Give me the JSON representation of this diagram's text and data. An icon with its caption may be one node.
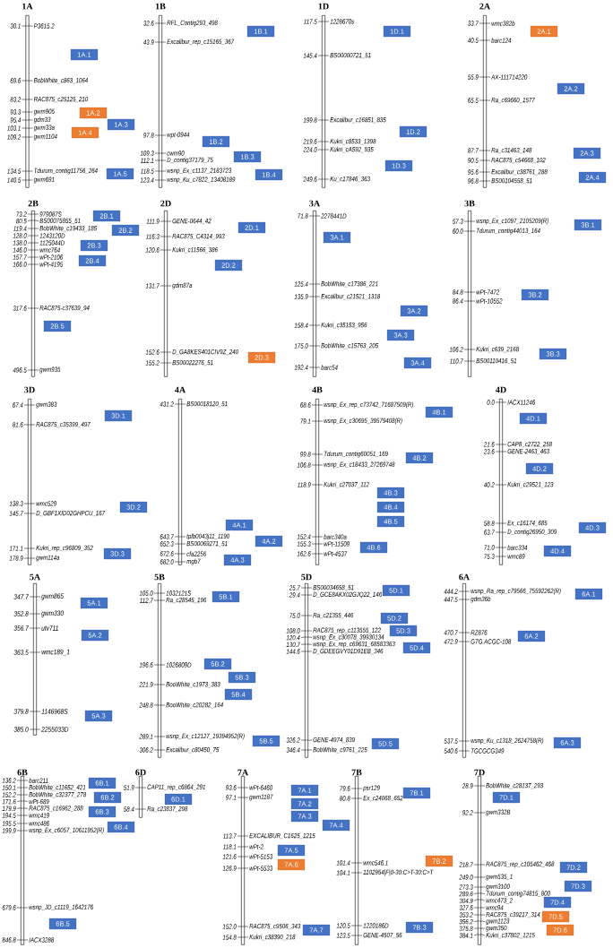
{
  "diagram": {
    "nodes": [
      {
        "text": [
          "1A"
        ],
        "beside": [
          "30.1",
          "P3615.2",
          "69.6",
          "BobWhite_c863_1064",
          "83.2",
          "RAC875_c25125_210",
          "93.3",
          "gwm905",
          "95.4",
          "gdm33",
          "103.1",
          "gwm33a",
          "109.2",
          "gwm1104",
          "134.5",
          "Tdurum_contig11756_264",
          "140.5",
          "gwm691"
        ]
      },
      {
        "text": [
          "1A.1"
        ]
      },
      {
        "text": [
          "1A.2"
        ]
      },
      {
        "text": [
          "1A.3"
        ]
      },
      {
        "text": [
          "1A.4"
        ]
      },
      {
        "text": [
          "1A.5"
        ]
      },
      {
        "text": [
          "1B"
        ],
        "beside": [
          "32.6",
          "RFL_Contig293_498",
          "43.9",
          "Excalibur_rep_c15165_367",
          "97.8",
          "wpt-0944",
          "109.3",
          "cwm90",
          "112.1",
          "D_contig37179_75",
          "118.5",
          "wsnp_Ex_c1137_2183723",
          "123.4",
          "wsnp_Ku_c7822_13408189"
        ]
      },
      {
        "text": [
          "1B.1"
        ]
      },
      {
        "text": [
          "1B.2"
        ]
      },
      {
        "text": [
          "1B.3"
        ]
      },
      {
        "text": [
          "1B.4"
        ]
      },
      {
        "text": [
          "1D"
        ],
        "beside": [
          "117.5",
          "1228670s",
          "145.4",
          "BS00000721_51",
          "199.8",
          "Excalibur_c16851_835",
          "219.6",
          "Kukri_c8533_1398",
          "224.0",
          "Kukri_cA592_935",
          "249.6",
          "Ku_c17846_363"
        ]
      },
      {
        "text": [
          "1D.1"
        ]
      },
      {
        "text": [
          "1D.2"
        ]
      },
      {
        "text": [
          "1D.3"
        ]
      },
      {
        "text": [
          "2A"
        ],
        "beside": [
          "33.7",
          "wmc382b",
          "40.5",
          "barc124",
          "55.9",
          "AX-111714220",
          "65.5",
          "Ra_c69660_1577",
          "87.7",
          "Ra_c31463_148",
          "90.5",
          "RAC875_c54668_102",
          "95.6",
          "Excalibur_c38761_288",
          "96.8",
          "BS00104558_51"
        ]
      },
      {
        "text": [
          "2A.1"
        ]
      },
      {
        "text": [
          "2A.2"
        ]
      },
      {
        "text": [
          "2A.3"
        ]
      },
      {
        "text": [
          "2A.4"
        ]
      },
      {
        "text": [
          "2B"
        ],
        "beside": [
          "73.2",
          "979087S",
          "80.5",
          "BS00075855_51",
          "119.4",
          "BobWhite_c19433_185",
          "128.0",
          "1243120D",
          "138.0",
          "1125044D",
          "146.0",
          "wmc764",
          "157.7",
          "wPt-2106",
          "166.0",
          "wPt-4195",
          "317.6",
          "RAC875-c37639_94",
          "496.5",
          "gwm935"
        ]
      },
      {
        "text": [
          "2B.1"
        ]
      },
      {
        "text": [
          "2B.2"
        ]
      },
      {
        "text": [
          "2B.3"
        ]
      },
      {
        "text": [
          "2B.4"
        ]
      },
      {
        "text": [
          "2B.5"
        ]
      },
      {
        "text": [
          "2D"
        ],
        "beside": [
          "111.9",
          "GENE-0644_42",
          "116.3",
          "RAC875_C4314_993",
          "120.6",
          "Kukri_c11566_386",
          "131.7",
          "gdm87a",
          "152.6",
          "D_GA8KES401CIV9Z_240",
          "155.2",
          "BS00022276_51"
        ]
      },
      {
        "text": [
          "2D.1"
        ]
      },
      {
        "text": [
          "2D.2"
        ]
      },
      {
        "text": [
          "2D.3"
        ]
      },
      {
        "text": [
          "3A"
        ],
        "beside": [
          "71.8",
          "2278441D",
          "125.4",
          "BobWhite_c17386_221",
          "135.9",
          "Excalibur_c21521_1318",
          "158.4",
          "Kukri_c35153_956",
          "175.0",
          "BobWhite_c15763_205",
          "192.4",
          "barc54"
        ]
      },
      {
        "text": [
          "3A.1"
        ]
      },
      {
        "text": [
          "3A.2"
        ]
      },
      {
        "text": [
          "3A.3"
        ]
      },
      {
        "text": [
          "3A.4"
        ]
      },
      {
        "text": [
          "3B"
        ],
        "beside": [
          "57.3",
          "wsnp_Ex_c1097_2105209(R)",
          "60.0",
          "Tdurum_contig44013_164",
          "84.8",
          "wPt-7472",
          "86.4",
          "wPt-10552",
          "106.2",
          "Kukri_c639_2168",
          "110.7",
          "BS00110416_51"
        ]
      },
      {
        "text": [
          "3B.1"
        ]
      },
      {
        "text": [
          "3B.2"
        ]
      },
      {
        "text": [
          "3B.3"
        ]
      },
      {
        "text": [
          "3D"
        ],
        "beside": [
          "67.4",
          "gwm383",
          "81.6",
          "RAC875_c35399_497",
          "138.3",
          "wmc529",
          "145.7",
          "D_GBF1XID02GHPCU_167",
          "171.1",
          "Kukri_rep_c96809_352",
          "178.9",
          "gwm114a"
        ]
      },
      {
        "text": [
          "3D.1"
        ]
      },
      {
        "text": [
          "3D.2"
        ]
      },
      {
        "text": [
          "3D.3"
        ]
      },
      {
        "text": [
          "4A"
        ],
        "beside": [
          "431.2",
          "BS00018120_51",
          "643.7",
          "tplb0043j11_1190",
          "652.3",
          "BS00069271_51",
          "672.6",
          "cfa2256",
          "682.0",
          "mgb7"
        ]
      },
      {
        "text": [
          "4A.1"
        ]
      },
      {
        "text": [
          "4A.2"
        ]
      },
      {
        "text": [
          "4A.3"
        ]
      },
      {
        "text": [
          "4B"
        ],
        "beside": [
          "68.6",
          "wsnp_Ex_rep_c73742_71687509(R)",
          "79.1",
          "wsnp_Ex_c30695_39579408(R)",
          "99.8",
          "Tdurum_contig60051_169",
          "106.8",
          "wsnp_Ex_c18433_27269748",
          "118.9",
          "Kukri_c27037_112",
          "152.4",
          "barc340a",
          "155.3",
          "wPt-11509",
          "162.6",
          "wPt-4537"
        ]
      },
      {
        "text": [
          "4B.1"
        ]
      },
      {
        "text": [
          "4B.2"
        ]
      },
      {
        "text": [
          "4B.3"
        ]
      },
      {
        "text": [
          "4B.4"
        ]
      },
      {
        "text": [
          "4B.5"
        ]
      },
      {
        "text": [
          "4B.6"
        ]
      },
      {
        "text": [
          "4D"
        ],
        "beside": [
          "0.0",
          "IACX11246",
          "21.6",
          "CAP8_c2722_258",
          "23.6",
          "GENE-2463_463",
          "40.2",
          "Kukri_c29521_123",
          "58.8",
          "Ex_c16174_685",
          "63.7",
          "D_contig26950_309",
          "71.0",
          "barc334",
          "75.3",
          "wmc89"
        ]
      },
      {
        "text": [
          "4D.1"
        ]
      },
      {
        "text": [
          "4D.2"
        ]
      },
      {
        "text": [
          "4D.3"
        ]
      },
      {
        "text": [
          "4D.4"
        ]
      },
      {
        "text": [
          "5A"
        ],
        "beside": [
          "347.7",
          "gwm865",
          "352.8",
          "gwm330",
          "356.7",
          "utv711",
          "363.5",
          "wmc189_1",
          "379.8",
          "1146968S",
          "385.0",
          "2255033D"
        ]
      },
      {
        "text": [
          "5A.1"
        ]
      },
      {
        "text": [
          "5A.2"
        ]
      },
      {
        "text": [
          "5A.3"
        ]
      },
      {
        "text": [
          "5B"
        ],
        "beside": [
          "105.0",
          "1032121S",
          "112.7",
          "Ra_c28545_196",
          "196.6",
          "1026809D",
          "221.9",
          "BooWhite_c1973_383",
          "248.8",
          "BooWhite_c20282_164",
          "289.1",
          "wsnp_Ex_c12127_19394952(R)",
          "306.2",
          "Excalibur_c80450_75"
        ]
      },
      {
        "text": [
          "5B.1"
        ]
      },
      {
        "text": [
          "5B.2"
        ]
      },
      {
        "text": [
          "5B.3"
        ]
      },
      {
        "text": [
          "5B.4"
        ]
      },
      {
        "text": [
          "5B.5"
        ]
      },
      {
        "text": [
          "5D"
        ],
        "beside": [
          "25.7",
          "BS00034658_51",
          "29.4",
          "D_GCE8AKX02GJQ22_146",
          "75.0",
          "Ra_c21355_446",
          "108.0",
          "RAC875_rep_c113555_122",
          "120.4",
          "wsnp_Ex_c30078_39930134",
          "130.7",
          "wsnp_Ex_rep_c69631_68583363",
          "144.6",
          "D_GDEEGVY01D91EB_346",
          "326.2",
          "GENE-4974_839",
          "346.4",
          "BobWhite_c9761_225"
        ]
      },
      {
        "text": [
          "5D.1"
        ]
      },
      {
        "text": [
          "5D.2"
        ]
      },
      {
        "text": [
          "5D.3"
        ]
      },
      {
        "text": [
          "5D.4"
        ]
      },
      {
        "text": [
          "5D.5"
        ]
      },
      {
        "text": [
          "6A"
        ],
        "beside": [
          "444.2",
          "wsnp_Ra_rep_c79566_75592262(R)",
          "447.5",
          "gdm36b",
          "470.7",
          "RZ876",
          "472.9",
          "GTG.ACGC-108",
          "537.5",
          "wsnp_Ku_c1318_2624758(R)",
          "540.6",
          "TGCGCG349"
        ]
      },
      {
        "text": [
          "6A.1"
        ]
      },
      {
        "text": [
          "6A.2"
        ]
      },
      {
        "text": [
          "6A.3"
        ]
      },
      {
        "text": [
          "6B"
        ],
        "beside": [
          "136.2",
          "barc211",
          "150.1",
          "BobWhite_c11652_421",
          "152.2",
          "BobWhite_c32377_278",
          "171.6",
          "wPt-689",
          "179.9",
          "RAC875_c16962_288",
          "194.5",
          "wmc419",
          "195.5",
          "wmc486",
          "199.9",
          "wsnp_Ex_c6057_10611952(R)",
          "679.6",
          "wsnp_JD_c1119_1642176",
          "846.8",
          "IACX3288"
        ]
      },
      {
        "text": [
          "6B.1"
        ]
      },
      {
        "text": [
          "6B.2"
        ]
      },
      {
        "text": [
          "6B.3"
        ]
      },
      {
        "text": [
          "6B.4"
        ]
      },
      {
        "text": [
          "6B.5"
        ]
      },
      {
        "text": [
          "6D"
        ],
        "beside": [
          "51.9",
          "CAP11_rep_c6864_291",
          "58.4",
          "Ra_c23837_298"
        ]
      },
      {
        "text": [
          "6D.1"
        ]
      },
      {
        "text": [
          "7A"
        ],
        "beside": [
          "93.6",
          "wPt-6460",
          "97.1",
          "gwm1187",
          "113.7",
          "EXCALIBUR_C1625_1215",
          "118.1",
          "wPt-2",
          "121.6",
          "wPt-5153",
          "126.9",
          "wPt-5533",
          "152.0",
          "RAC875_c9506_343",
          "154.8",
          "Kukri_c38390_218"
        ]
      },
      {
        "text": [
          "7A.1"
        ]
      },
      {
        "text": [
          "7A.2"
        ]
      },
      {
        "text": [
          "7A.3"
        ]
      },
      {
        "text": [
          "7A.4"
        ]
      },
      {
        "text": [
          "7A.5"
        ]
      },
      {
        "text": [
          "7A.6"
        ]
      },
      {
        "text": [
          "7A.7"
        ]
      },
      {
        "text": [
          "7B"
        ],
        "beside": [
          "79.6",
          "psr129",
          "80.8",
          "Ex_c24068_652",
          "101.4",
          "wmc546.1",
          "104.1",
          "1102954|F|0-30:C>T-30:C>T",
          "120.5",
          "1220186D",
          "123.5",
          "GENE-4507_56"
        ]
      },
      {
        "text": [
          "7B.1"
        ]
      },
      {
        "text": [
          "7B.2"
        ]
      },
      {
        "text": [
          "7B.3"
        ]
      },
      {
        "text": [
          "7D"
        ],
        "beside": [
          "28.9",
          "BobWhite_c28137_293",
          "92.2",
          "gwm332B",
          "218.7",
          "RAC875_rep_c105462_468",
          "249.0",
          "gwm535_1",
          "273.3",
          "gwm3100",
          "289.6",
          "Tdurum_contig74815_800",
          "304.9",
          "wmc473_2",
          "327.6",
          "wmc94",
          "353.2",
          "RAC875_c39217_314",
          "356.2",
          "gwm1123",
          "375.8",
          "gwm350",
          "384.1",
          "Kukri_c37802_1215"
        ]
      },
      {
        "text": [
          "7D.1"
        ]
      },
      {
        "text": [
          "7D.2"
        ]
      },
      {
        "text": [
          "7D.3"
        ]
      },
      {
        "text": [
          "7D.4"
        ]
      },
      {
        "text": [
          "7D.5"
        ]
      },
      {
        "text": [
          "7D.6"
        ]
      }
    ]
  }
}
